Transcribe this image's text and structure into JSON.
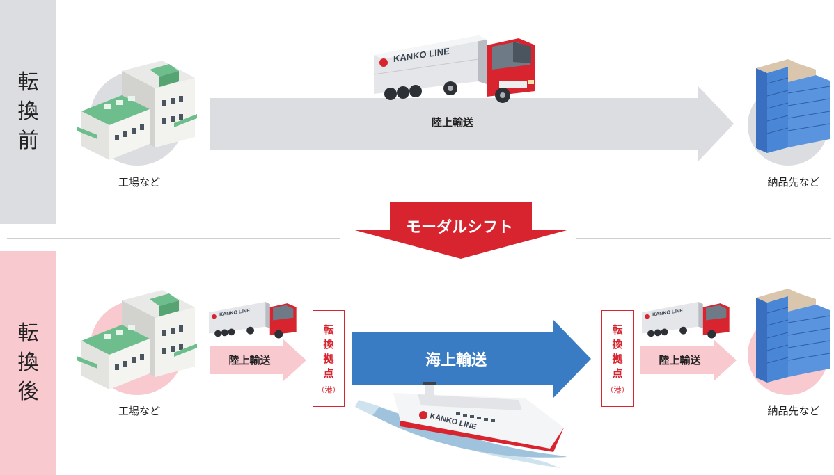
{
  "before": {
    "side_chars": [
      "転",
      "換",
      "前"
    ],
    "factory_label": "工場など",
    "dest_label": "納品先など",
    "transport": "陸上輸送"
  },
  "shift": {
    "label": "モーダルシフト"
  },
  "after": {
    "side_chars": [
      "転",
      "換",
      "後"
    ],
    "factory_label": "工場など",
    "dest_label": "納品先など",
    "land_left": "陸上輸送",
    "sea": "海上輸送",
    "land_right": "陸上輸送",
    "hub_chars": [
      "転",
      "換",
      "拠",
      "点"
    ],
    "hub_sub": "（港）"
  },
  "brand": {
    "truck_text": "KANKO LINE",
    "ship_text": "KANKO LINE"
  },
  "colors": {
    "red": "#d7242f",
    "blue": "#3a7cc3",
    "pink": "#f9c9d0",
    "gray": "#dcdde0",
    "green": "#6dbe8c"
  }
}
